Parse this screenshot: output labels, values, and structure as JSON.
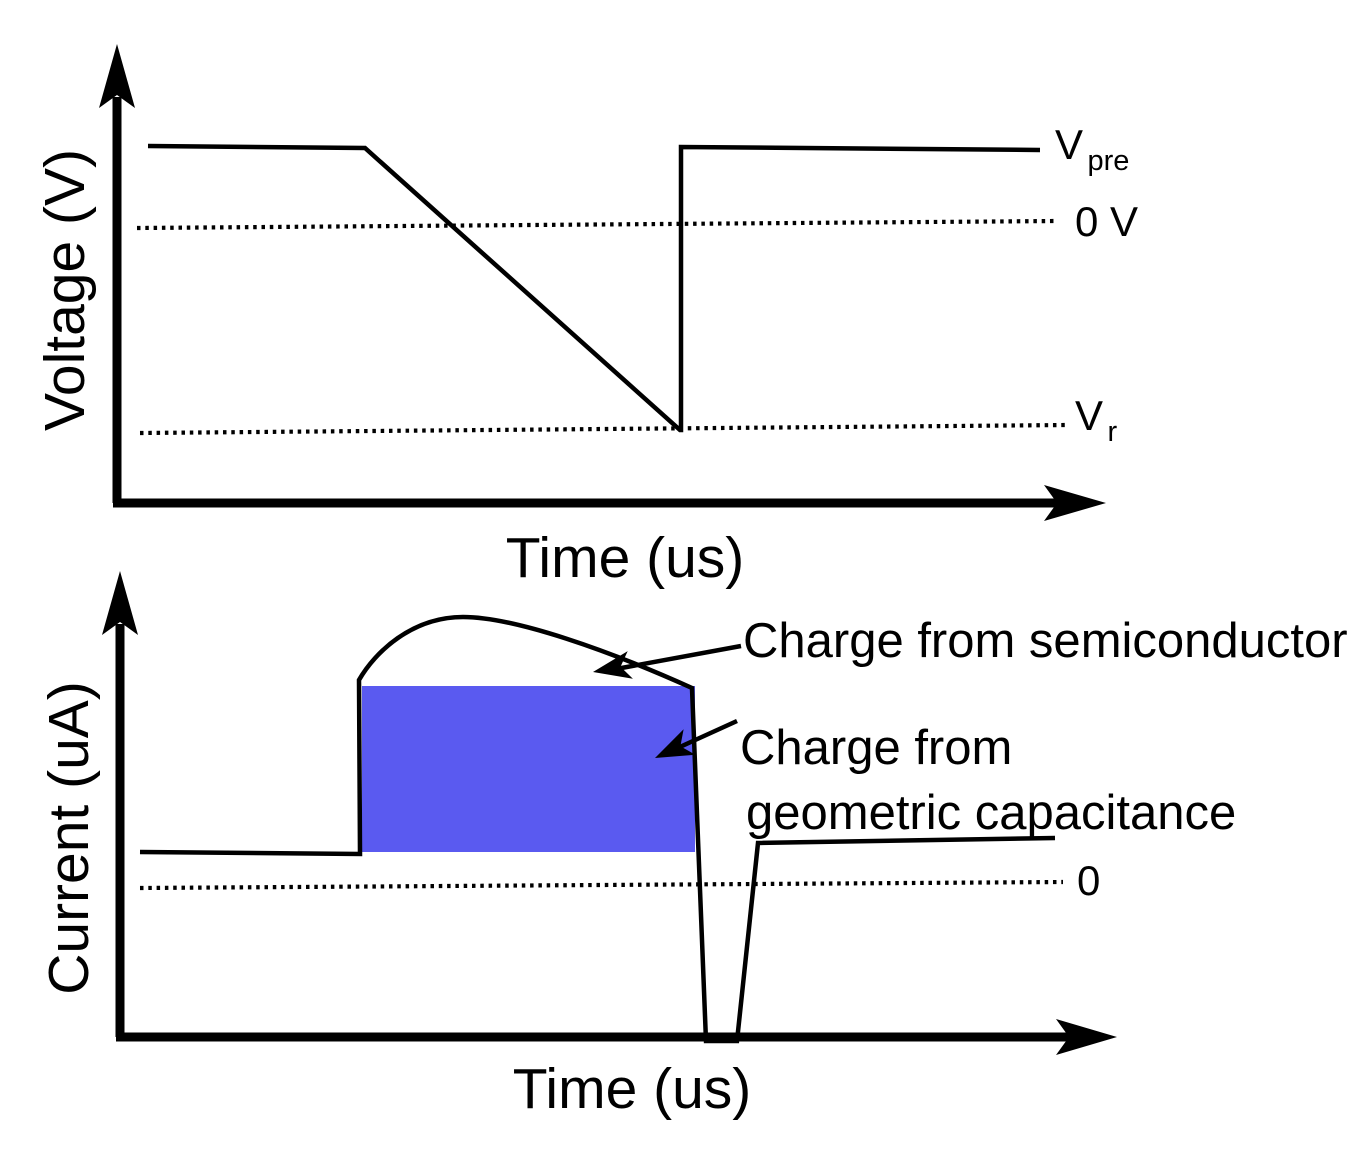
{
  "figure": {
    "background": "#ffffff",
    "stroke_color": "#000000",
    "accent_blue": "#5a5af0"
  },
  "voltage_plot": {
    "y_axis_title": "Voltage (V)",
    "x_axis_title": "Time (us)",
    "level_labels": {
      "vpre_base": "V",
      "vpre_sub": "pre",
      "zero": "0 V",
      "vr_base": "V",
      "vr_sub": "r"
    }
  },
  "current_plot": {
    "y_axis_title": "Current (uA)",
    "x_axis_title": "Time (us)",
    "zero_label": "0",
    "annotations": {
      "semiconductor": "Charge from semiconductor",
      "geometric_line1": "Charge from",
      "geometric_line2": "geometric capacitance"
    }
  },
  "chart_data": [
    {
      "type": "line",
      "subplot": "voltage-vs-time",
      "title": "",
      "xlabel": "Time (us)",
      "ylabel": "Voltage (V)",
      "grid": false,
      "legend": false,
      "axes_numeric": false,
      "y_levels": {
        "V_pre": 1.0,
        "0 V": 0.73,
        "V_r": 0.07
      },
      "series": [
        {
          "name": "applied-voltage-waveform",
          "x_norm": [
            0.03,
            0.25,
            0.57,
            0.571,
            0.93
          ],
          "y_level": [
            "V_pre",
            "V_pre",
            "V_r",
            "V_pre",
            "V_pre"
          ],
          "description": "flat at V_pre, linear ramp down to V_r, instantaneous step back up to V_pre, flat at V_pre"
        }
      ],
      "reference_lines": [
        {
          "label": "0 V",
          "style": "dotted",
          "y_level": "0 V"
        },
        {
          "label": "V_r",
          "style": "dotted",
          "y_level": "V_r"
        }
      ]
    },
    {
      "type": "line",
      "subplot": "current-vs-time",
      "title": "",
      "xlabel": "Time (us)",
      "ylabel": "Current (uA)",
      "grid": false,
      "legend": false,
      "axes_numeric": false,
      "y_levels": {
        "baseline": 0.4,
        "zero_dotted": 0.32,
        "plateau_top": 0.76,
        "hump_peak": 0.9,
        "dip_bottom": 0.0,
        "recovery": 0.42
      },
      "series": [
        {
          "name": "transient-current-waveform",
          "x_norm": [
            0.02,
            0.24,
            0.241,
            0.34,
            0.57,
            0.585,
            0.615,
            0.64,
            0.94
          ],
          "y_level": [
            "baseline",
            "baseline",
            "plateau_top",
            "hump_peak",
            "plateau_top",
            "dip_bottom",
            "dip_bottom",
            "recovery",
            "recovery"
          ],
          "description": "flat baseline slightly above zero, step up with curved hump that decays, sharp dip below zero at ramp end, recovery to a flat level slightly above zero"
        }
      ],
      "reference_lines": [
        {
          "label": "0",
          "style": "dotted",
          "y_level": "zero_dotted"
        }
      ],
      "filled_region": {
        "label": "Charge from geometric capacitance",
        "color": "#5a5af0",
        "shape": "rectangle",
        "x_norm": [
          0.241,
          0.575
        ],
        "y_from_level": "baseline",
        "y_to_level": "plateau_top"
      },
      "annotations": [
        {
          "text": "Charge from semiconductor",
          "points_to": "area between hump curve and top of blue rectangle"
        },
        {
          "text": "Charge from geometric capacitance",
          "points_to": "blue rectangle"
        }
      ]
    }
  ]
}
